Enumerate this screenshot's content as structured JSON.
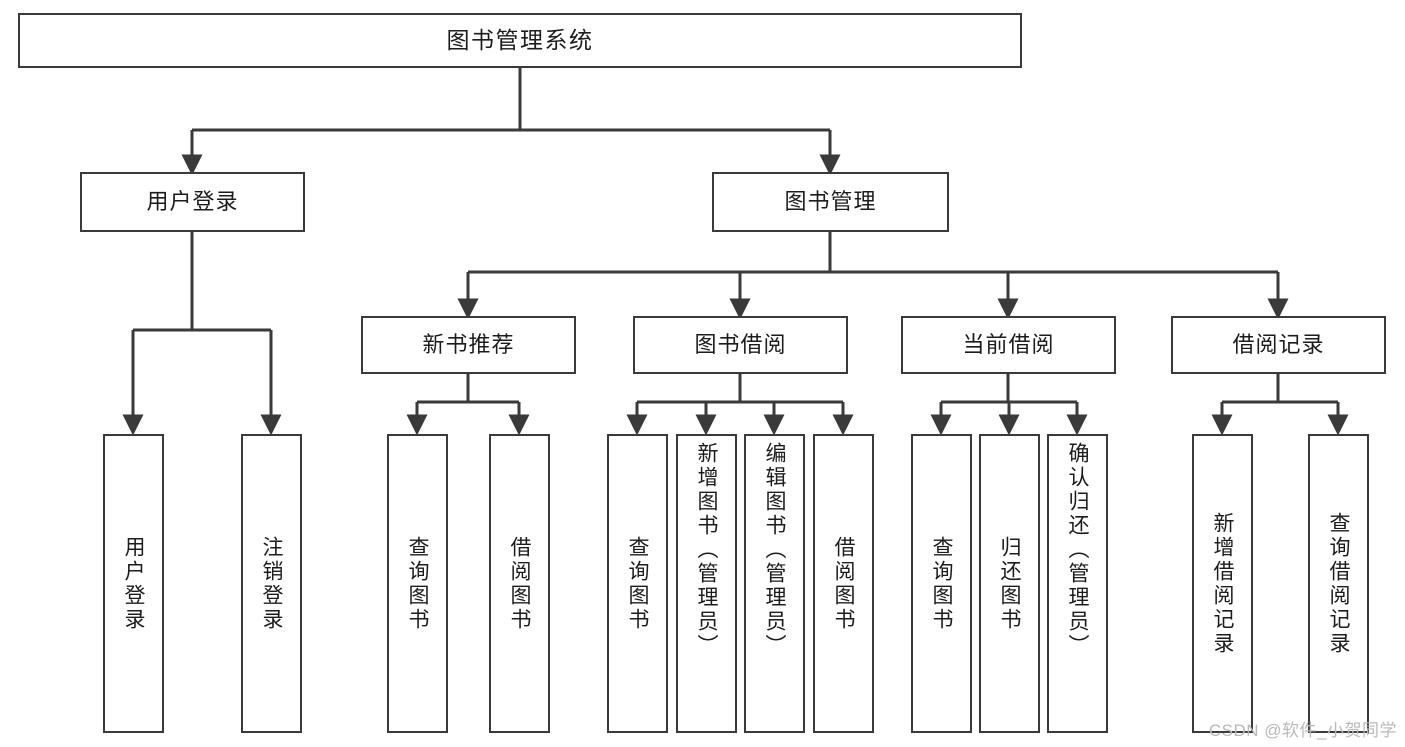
{
  "diagram": {
    "title": "图书管理系统",
    "type": "tree",
    "line_color": "#3a3a3a",
    "node_fill": "#ffffff",
    "text_color": "#1c1c1c"
  },
  "nodes": {
    "root": {
      "label": "图书管理系统"
    },
    "level1": [
      {
        "label": "用户登录"
      },
      {
        "label": "图书管理"
      }
    ],
    "level2": [
      {
        "label": "新书推荐"
      },
      {
        "label": "图书借阅"
      },
      {
        "label": "当前借阅"
      },
      {
        "label": "借阅记录"
      }
    ],
    "leaves_user_login": [
      {
        "label": "用户登录"
      },
      {
        "label": "注销登录"
      }
    ],
    "leaves_new_book": [
      {
        "label": "查询图书"
      },
      {
        "label": "借阅图书"
      }
    ],
    "leaves_borrow": [
      {
        "label": "查询图书"
      },
      {
        "label": "新增图书（管理员）"
      },
      {
        "label": "编辑图书（管理员）"
      },
      {
        "label": "借阅图书"
      }
    ],
    "leaves_current": [
      {
        "label": "查询图书"
      },
      {
        "label": "归还图书"
      },
      {
        "label": "确认归还（管理员）"
      }
    ],
    "leaves_records": [
      {
        "label": "新增借阅记录"
      },
      {
        "label": "查询借阅记录"
      }
    ]
  },
  "watermark": {
    "text": "CSDN @软件_小贺同学"
  }
}
